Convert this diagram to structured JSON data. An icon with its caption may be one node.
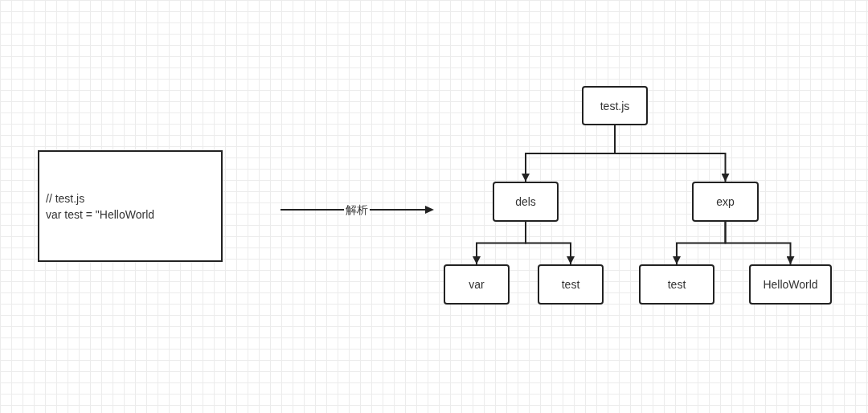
{
  "diagram": {
    "nodes": [
      {
        "text": [
          "// test.js",
          "var test = \"HelloWorld"
        ]
      },
      {
        "text": [
          "test.js"
        ]
      },
      {
        "text": [
          "dels"
        ]
      },
      {
        "text": [
          "exp"
        ]
      },
      {
        "text": [
          "var"
        ]
      },
      {
        "text": [
          "test"
        ]
      },
      {
        "text": [
          "test"
        ]
      },
      {
        "text": [
          "HelloWorld"
        ]
      }
    ],
    "edges": [
      {
        "from": 1,
        "to": 2,
        "arrow": "to"
      },
      {
        "from": 1,
        "to": 3,
        "arrow": "to"
      },
      {
        "from": 2,
        "to": 4,
        "arrow": "to"
      },
      {
        "from": 2,
        "to": 5,
        "arrow": "to"
      },
      {
        "from": 3,
        "to": 6,
        "arrow": "to"
      },
      {
        "from": 3,
        "to": 7,
        "arrow": "to"
      }
    ],
    "labels": [
      "解析"
    ]
  }
}
